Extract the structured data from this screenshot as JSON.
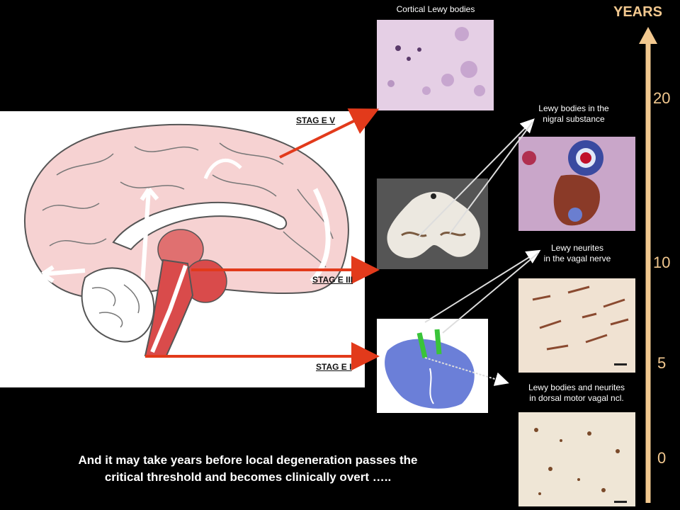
{
  "stages": {
    "stage5": "STAG E V",
    "stage3": "STAG E III",
    "stage1": "STAG E I"
  },
  "labels": {
    "cortical": "Cortical Lewy bodies",
    "nigral_line1": "Lewy bodies in the",
    "nigral_line2": "nigral substance",
    "vagal_line1": "Lewy neurites",
    "vagal_line2": "in the vagal nerve",
    "dorsal_line1": "Lewy bodies and neurites",
    "dorsal_line2": "in dorsal motor vagal ncl."
  },
  "timeline": {
    "title": "YEARS",
    "ticks": [
      "20",
      "10",
      "5",
      "0"
    ]
  },
  "caption": {
    "line1": "And it may take years before local degeneration passes the",
    "line2": "critical threshold and becomes clinically overt ….."
  },
  "colors": {
    "background": "#000000",
    "arrow_red": "#e23a1b",
    "timeline": "#f2c88f",
    "brain_pink": "#f3c7c7",
    "brainstem_red": "#d94b4b"
  }
}
